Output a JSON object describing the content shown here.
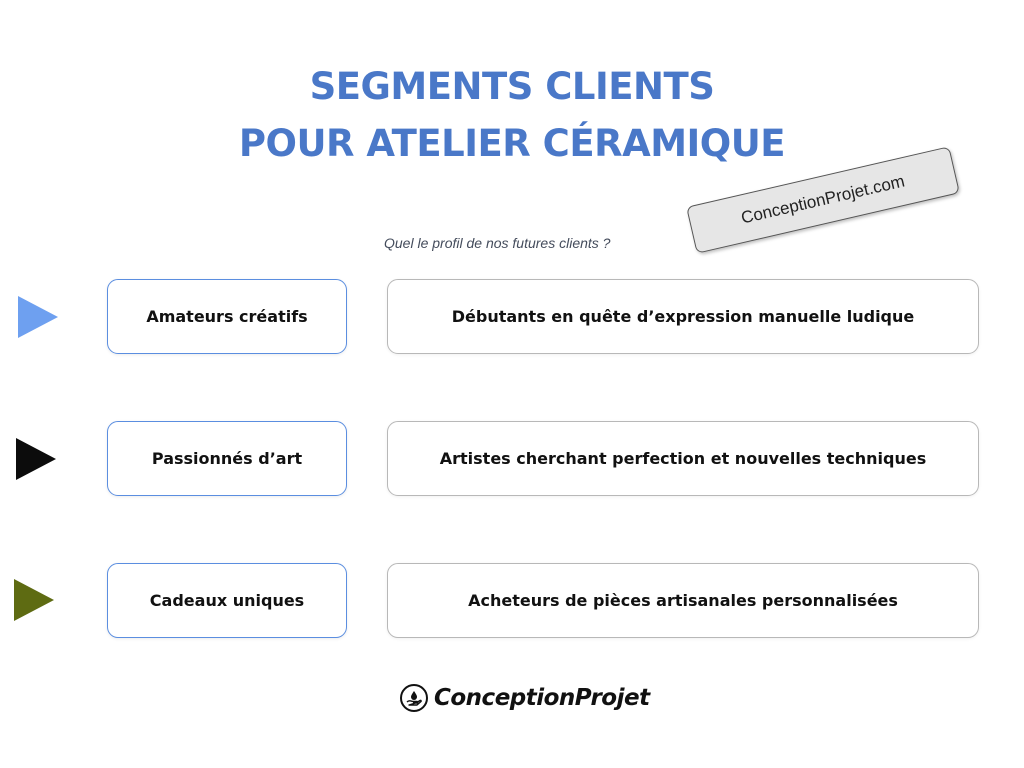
{
  "title": {
    "line1": "SEGMENTS CLIENTS",
    "line2": "POUR ATELIER CÉRAMIQUE"
  },
  "subtitle": "Quel le profil de nos futures clients ?",
  "stamp": "ConceptionProjet.com",
  "segments": [
    {
      "label": "Amateurs créatifs",
      "description": "Débutants en quête d’expression manuelle ludique",
      "arrow_color": "#6ea0f0"
    },
    {
      "label": "Passionnés d’art",
      "description": "Artistes cherchant perfection et nouvelles techniques",
      "arrow_color": "#0c0c0c"
    },
    {
      "label": "Cadeaux uniques",
      "description": "Acheteurs de pièces artisanales personnalisées",
      "arrow_color": "#5e6b12"
    }
  ],
  "footer": {
    "brand": "ConceptionProjet",
    "icon": "hand-drop-logo-icon"
  },
  "colors": {
    "title": "#4a78c8",
    "label_border": "#5b8ee0",
    "desc_border": "#b8b8b8"
  }
}
